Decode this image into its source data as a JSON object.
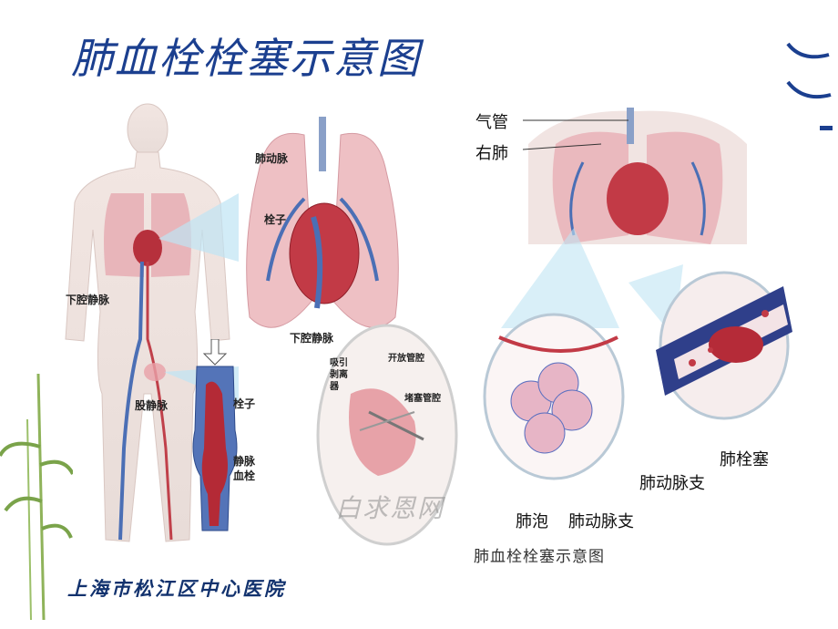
{
  "title": "肺血栓栓塞示意图",
  "footer": "上海市松江区中心医院",
  "left_labels": {
    "ivc": "下腔静脉",
    "femoral": "股静脉",
    "pulm_artery": "肺动脉",
    "embolus": "栓子",
    "ivc_lung": "下腔静脉",
    "embolus_vein": "栓子",
    "venous_thrombus": "静脉血栓",
    "suction": "吸引剥离器",
    "open_lumen": "开放管腔",
    "blocked_lumen": "堵塞管腔",
    "watermark": "白求恩网"
  },
  "right_labels": {
    "trachea": "气管",
    "right_lung": "右肺",
    "alveoli": "肺泡",
    "pa_branch_1": "肺动脉支",
    "pa_branch_2": "肺动脉支",
    "pe": "肺栓塞",
    "caption": "肺血栓栓塞示意图"
  }
}
